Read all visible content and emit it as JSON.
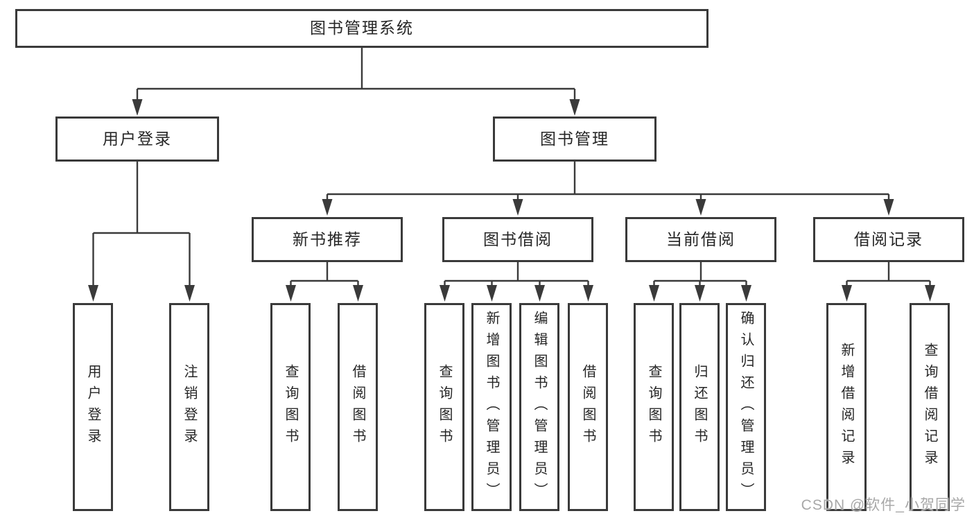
{
  "tree": {
    "root": {
      "label": "图书管理系统"
    },
    "branches": [
      {
        "label": "用户登录",
        "children": [
          {
            "label": "用户登录"
          },
          {
            "label": "注销登录"
          }
        ]
      },
      {
        "label": "图书管理",
        "sections": [
          {
            "label": "新书推荐",
            "children": [
              {
                "label": "查询图书"
              },
              {
                "label": "借阅图书"
              }
            ]
          },
          {
            "label": "图书借阅",
            "children": [
              {
                "label": "查询图书"
              },
              {
                "label": "新增图书（管理员）"
              },
              {
                "label": "编辑图书（管理员）"
              },
              {
                "label": "借阅图书"
              }
            ]
          },
          {
            "label": "当前借阅",
            "children": [
              {
                "label": "查询图书"
              },
              {
                "label": "归还图书"
              },
              {
                "label": "确认归还（管理员）"
              }
            ]
          },
          {
            "label": "借阅记录",
            "children": [
              {
                "label": "新增借阅记录"
              },
              {
                "label": "查询借阅记录"
              }
            ]
          }
        ]
      }
    ]
  },
  "watermark": {
    "text": "CSDN @软件_小贺同学"
  },
  "colors": {
    "line": "#3a3a3a",
    "text": "#262626",
    "watermark": "#a8a8a8",
    "background": "#ffffff"
  }
}
